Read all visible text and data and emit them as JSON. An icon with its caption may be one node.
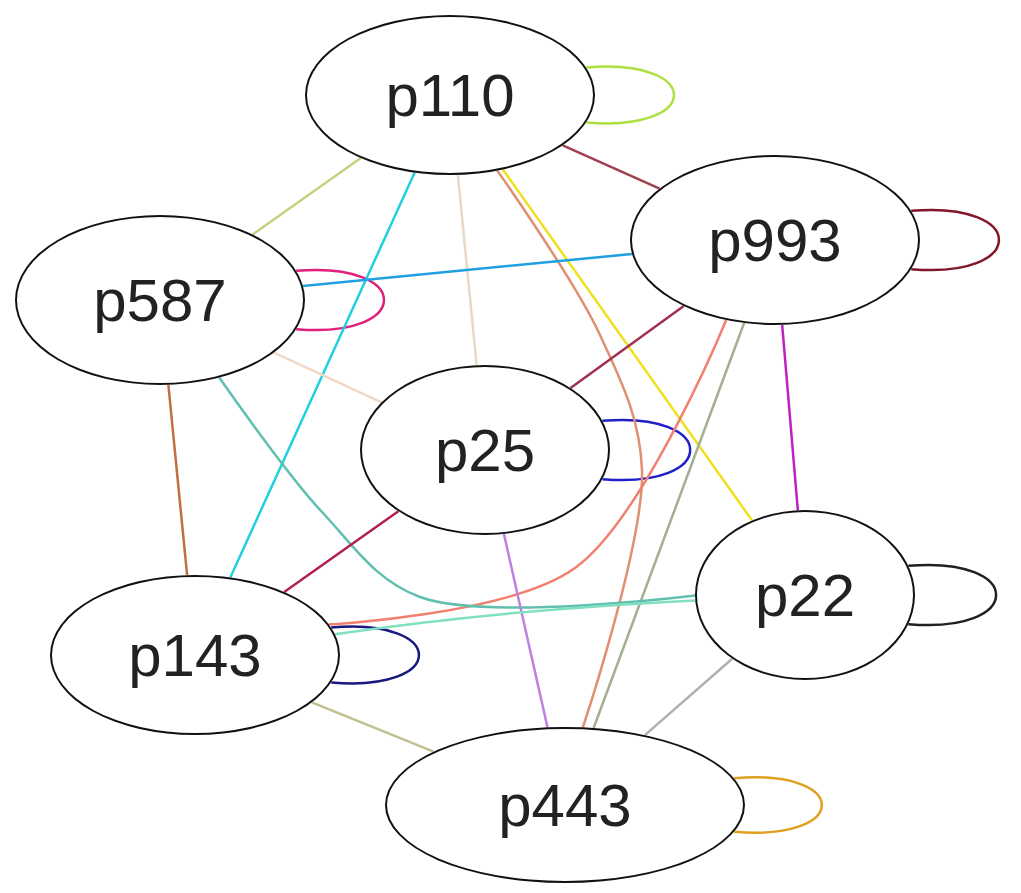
{
  "diagram": {
    "nodes": [
      {
        "text": [
          "p110"
        ]
      },
      {
        "text": [
          "p993"
        ]
      },
      {
        "text": [
          "p587"
        ]
      },
      {
        "text": [
          "p25"
        ]
      },
      {
        "text": [
          "p22"
        ]
      },
      {
        "text": [
          "p143"
        ]
      },
      {
        "text": [
          "p443"
        ]
      }
    ],
    "edges": [
      {
        "from": 0,
        "to": 0,
        "arrow": "none",
        "color": "#b0e040"
      },
      {
        "from": 1,
        "to": 1,
        "arrow": "none",
        "color": "#801828"
      },
      {
        "from": 2,
        "to": 2,
        "arrow": "none",
        "color": "#e0207a"
      },
      {
        "from": 3,
        "to": 3,
        "arrow": "none",
        "color": "#2020c8"
      },
      {
        "from": 4,
        "to": 4,
        "arrow": "none",
        "color": "#202020"
      },
      {
        "from": 5,
        "to": 5,
        "arrow": "none",
        "color": "#181880"
      },
      {
        "from": 6,
        "to": 6,
        "arrow": "none",
        "color": "#e0a020"
      },
      {
        "from": 0,
        "to": 1,
        "arrow": "none",
        "color": "#a04050"
      },
      {
        "from": 0,
        "to": 2,
        "arrow": "none",
        "color": "#c8d080"
      },
      {
        "from": 0,
        "to": 5,
        "arrow": "none",
        "color": "#20d0e0"
      },
      {
        "from": 0,
        "to": 3,
        "arrow": "none",
        "color": "#e8d8c8"
      },
      {
        "from": 0,
        "to": 6,
        "arrow": "none",
        "color": "#e09070"
      },
      {
        "from": 0,
        "to": 4,
        "arrow": "none",
        "color": "#f0e020"
      },
      {
        "from": 1,
        "to": 2,
        "arrow": "none",
        "color": "#20a0e0"
      },
      {
        "from": 1,
        "to": 3,
        "arrow": "none",
        "color": "#a03050"
      },
      {
        "from": 1,
        "to": 4,
        "arrow": "none",
        "color": "#c020c0"
      },
      {
        "from": 1,
        "to": 6,
        "arrow": "none",
        "color": "#a0b090"
      },
      {
        "from": 1,
        "to": 5,
        "arrow": "none",
        "color": "#f08070"
      },
      {
        "from": 2,
        "to": 5,
        "arrow": "none",
        "color": "#c07040"
      },
      {
        "from": 2,
        "to": 4,
        "arrow": "none",
        "color": "#60c0b0"
      },
      {
        "from": 2,
        "to": 3,
        "arrow": "none",
        "color": "#f0d8c8"
      },
      {
        "from": 3,
        "to": 5,
        "arrow": "none",
        "color": "#b02050"
      },
      {
        "from": 3,
        "to": 6,
        "arrow": "none",
        "color": "#c080e0"
      },
      {
        "from": 4,
        "to": 5,
        "arrow": "none",
        "color": "#80e0c0"
      },
      {
        "from": 4,
        "to": 6,
        "arrow": "none",
        "color": "#b0b0b0"
      },
      {
        "from": 5,
        "to": 6,
        "arrow": "none",
        "color": "#c0c090"
      }
    ]
  }
}
